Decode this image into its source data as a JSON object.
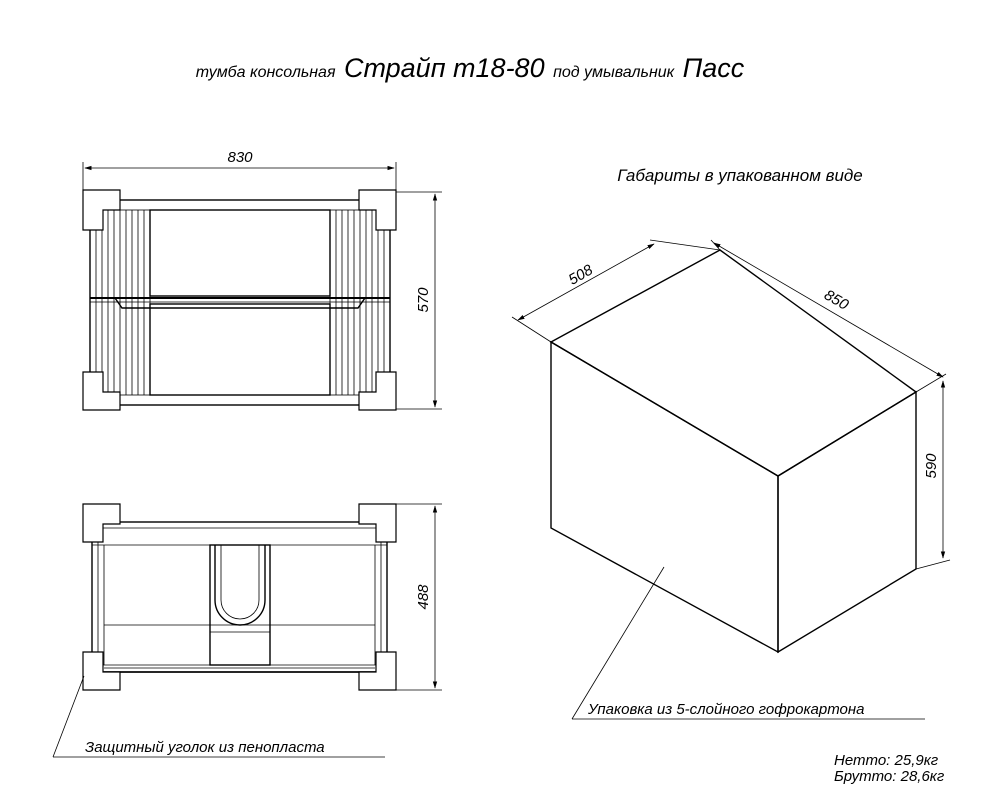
{
  "title": {
    "part1": "тумба консольная",
    "part2": "Страйп т18-80",
    "part3": "под умывальник",
    "part4": "Пасс"
  },
  "package_caption": "Габариты в упакованном виде",
  "dimensions": {
    "front_width": "830",
    "front_height": "570",
    "top_depth": "488",
    "box_depth": "508",
    "box_width": "850",
    "box_height": "590"
  },
  "labels": {
    "foam_corner": "Защитный уголок из пенопласта",
    "packaging": "Упаковка из 5-слойного гофрокартона"
  },
  "weights": {
    "net": "Нетто: 25,9кг",
    "gross": "Брутто: 28,6кг"
  }
}
